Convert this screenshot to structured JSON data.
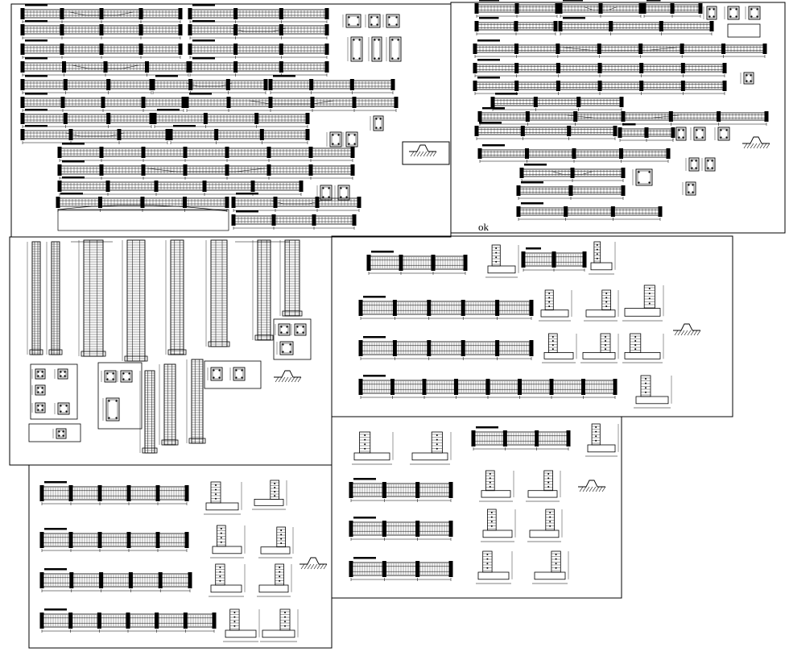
{
  "drawing": {
    "background": "#ffffff",
    "line_color": "#000000",
    "sheet_marker": "ok"
  },
  "sheets": [
    {
      "id": "sheet-top-left",
      "content": "beam-details"
    },
    {
      "id": "sheet-top-right",
      "content": "beam-details"
    },
    {
      "id": "sheet-middle-left",
      "content": "column-details"
    },
    {
      "id": "sheet-middle-right",
      "content": "beam-and-footing-details"
    },
    {
      "id": "sheet-bottom-left",
      "content": "beam-and-footing-details"
    },
    {
      "id": "sheet-bottom-right",
      "content": "beam-and-footing-details"
    }
  ]
}
